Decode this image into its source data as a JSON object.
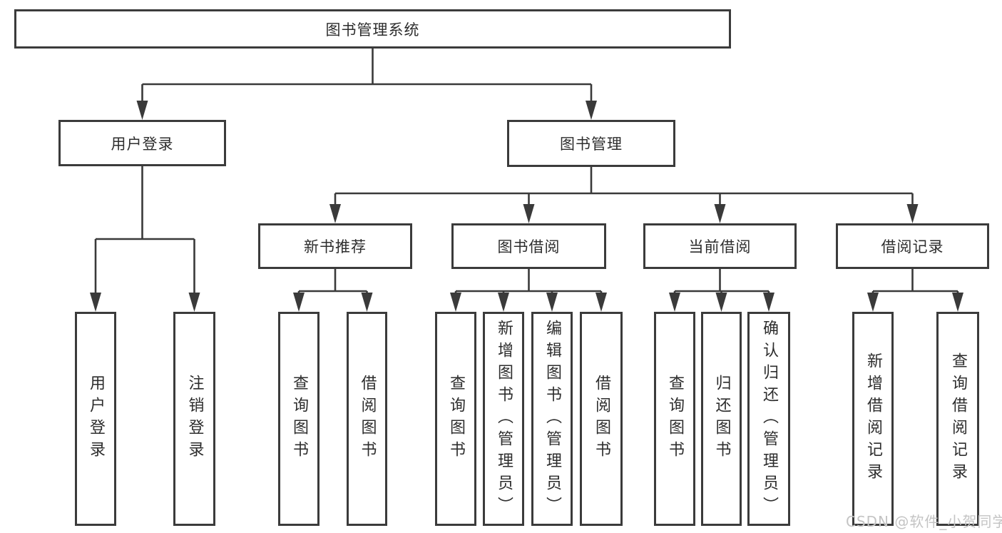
{
  "watermark": "CSDN @软件_小贺同学",
  "colors": {
    "line": "#3a3a3a",
    "box_border": "#3b3b3b",
    "text": "#2d2d2d",
    "background": "#ffffff",
    "watermark": "#c4c4c4"
  },
  "tree": {
    "root": {
      "label": "图书管理系统",
      "children": [
        {
          "label": "用户登录",
          "children": [
            {
              "label": "用户登录"
            },
            {
              "label": "注销登录"
            }
          ]
        },
        {
          "label": "图书管理",
          "children": [
            {
              "label": "新书推荐",
              "children": [
                {
                  "label": "查询图书"
                },
                {
                  "label": "借阅图书"
                }
              ]
            },
            {
              "label": "图书借阅",
              "children": [
                {
                  "label": "查询图书"
                },
                {
                  "label": "新增图书（管理员）"
                },
                {
                  "label": "编辑图书（管理员）"
                },
                {
                  "label": "借阅图书"
                }
              ]
            },
            {
              "label": "当前借阅",
              "children": [
                {
                  "label": "查询图书"
                },
                {
                  "label": "归还图书"
                },
                {
                  "label": "确认归还（管理员）"
                }
              ]
            },
            {
              "label": "借阅记录",
              "children": [
                {
                  "label": "新增借阅记录"
                },
                {
                  "label": "查询借阅记录"
                }
              ]
            }
          ]
        }
      ]
    }
  }
}
